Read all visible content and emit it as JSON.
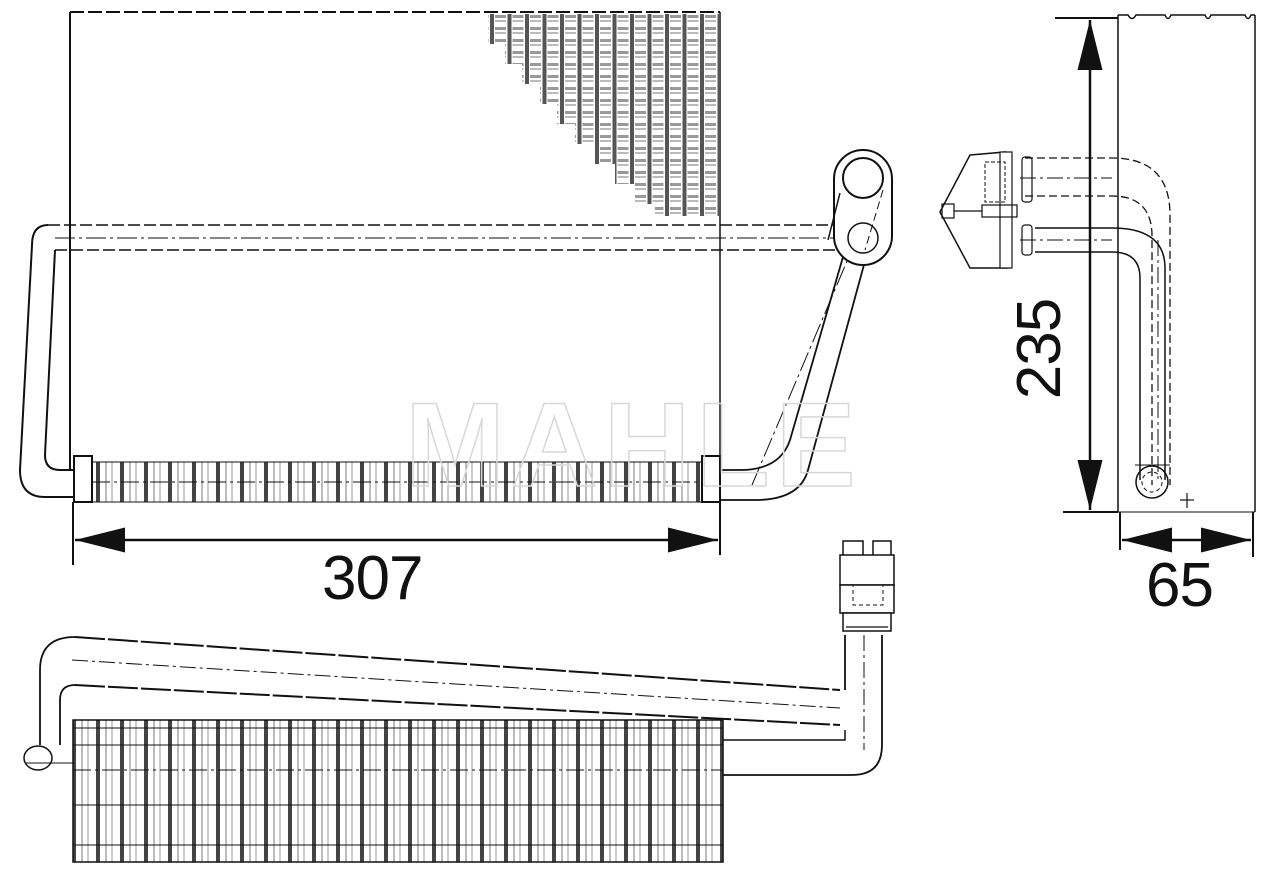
{
  "drawing": {
    "subject": "Evaporator core technical drawing",
    "watermark": "MAHLE",
    "line_color": "#111111",
    "watermark_color": "#d8d8d8",
    "views": [
      {
        "name": "front-view",
        "description": "Evaporator core with fin block, header tank and refrigerant pipes"
      },
      {
        "name": "side-view",
        "description": "Side profile with expansion valve block and pipe elbows"
      },
      {
        "name": "bottom-view",
        "description": "Underside view of core with pipe run and connector"
      }
    ],
    "dimensions": {
      "width": {
        "value": "307",
        "unit": "mm"
      },
      "height": {
        "value": "235",
        "unit": "mm"
      },
      "depth": {
        "value": "65",
        "unit": "mm"
      }
    }
  }
}
